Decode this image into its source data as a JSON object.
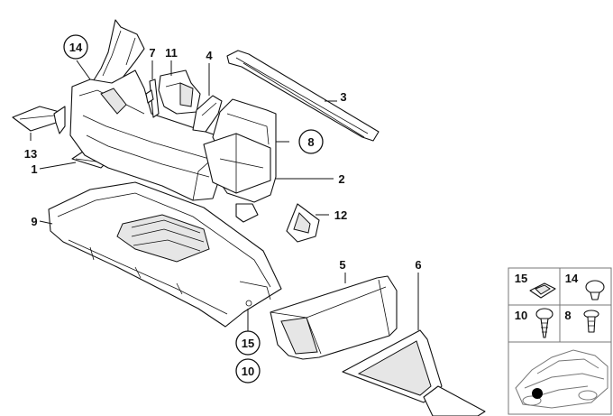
{
  "callouts": {
    "c1": "1",
    "c2": "2",
    "c3": "3",
    "c4": "4",
    "c5": "5",
    "c6": "6",
    "c7": "7",
    "c8": "8",
    "c9": "9",
    "c10": "10",
    "c11": "11",
    "c12": "12",
    "c13": "13",
    "c14": "14",
    "c15": "15"
  },
  "inset": {
    "cell_15": "15",
    "cell_14": "14",
    "cell_10": "10",
    "cell_8": "8"
  }
}
